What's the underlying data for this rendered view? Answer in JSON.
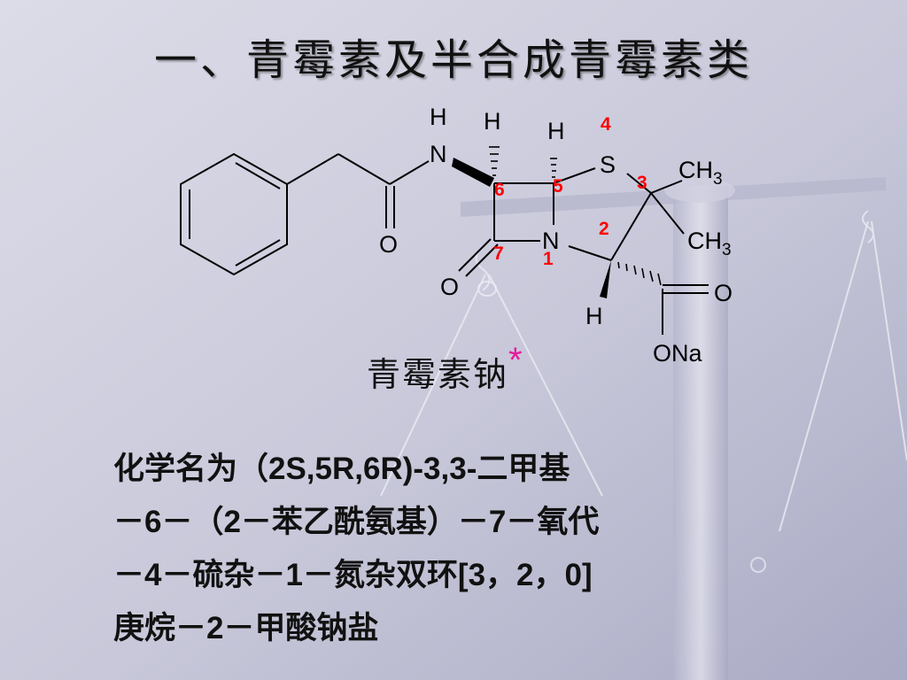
{
  "slide": {
    "title": "一、青霉素及半合成青霉素类",
    "caption": "青霉素钠",
    "caption_mark": "*",
    "description_lines": [
      "化学名为（2S,5R,6R)-3,3-二甲基",
      "－6－（2－苯乙酰氨基）－7－氧代",
      "－4－硫杂－1－氮杂双环[3，2，0]",
      "庚烷－2－甲酸钠盐"
    ]
  },
  "structure": {
    "atoms": {
      "h_amide": "H",
      "n_amide": "N",
      "h_c6": "H",
      "h_c5": "H",
      "s": "S",
      "ch3_1": "CH",
      "ch3_1_sub": "3",
      "ch3_2": "CH",
      "ch3_2_sub": "3",
      "n_ring": "N",
      "o_amide": "O",
      "o_lactam": "O",
      "h_c2": "H",
      "o_carboxyl": "O",
      "ona": "ONa"
    },
    "position_numbers": {
      "n1": "1",
      "n2": "2",
      "n3": "3",
      "n4": "4",
      "n5": "5",
      "n6": "6",
      "n7": "7"
    }
  },
  "colors": {
    "position_numbers": "#ff0000",
    "caption_mark": "#e8179a",
    "background": "#c9c9dc"
  }
}
